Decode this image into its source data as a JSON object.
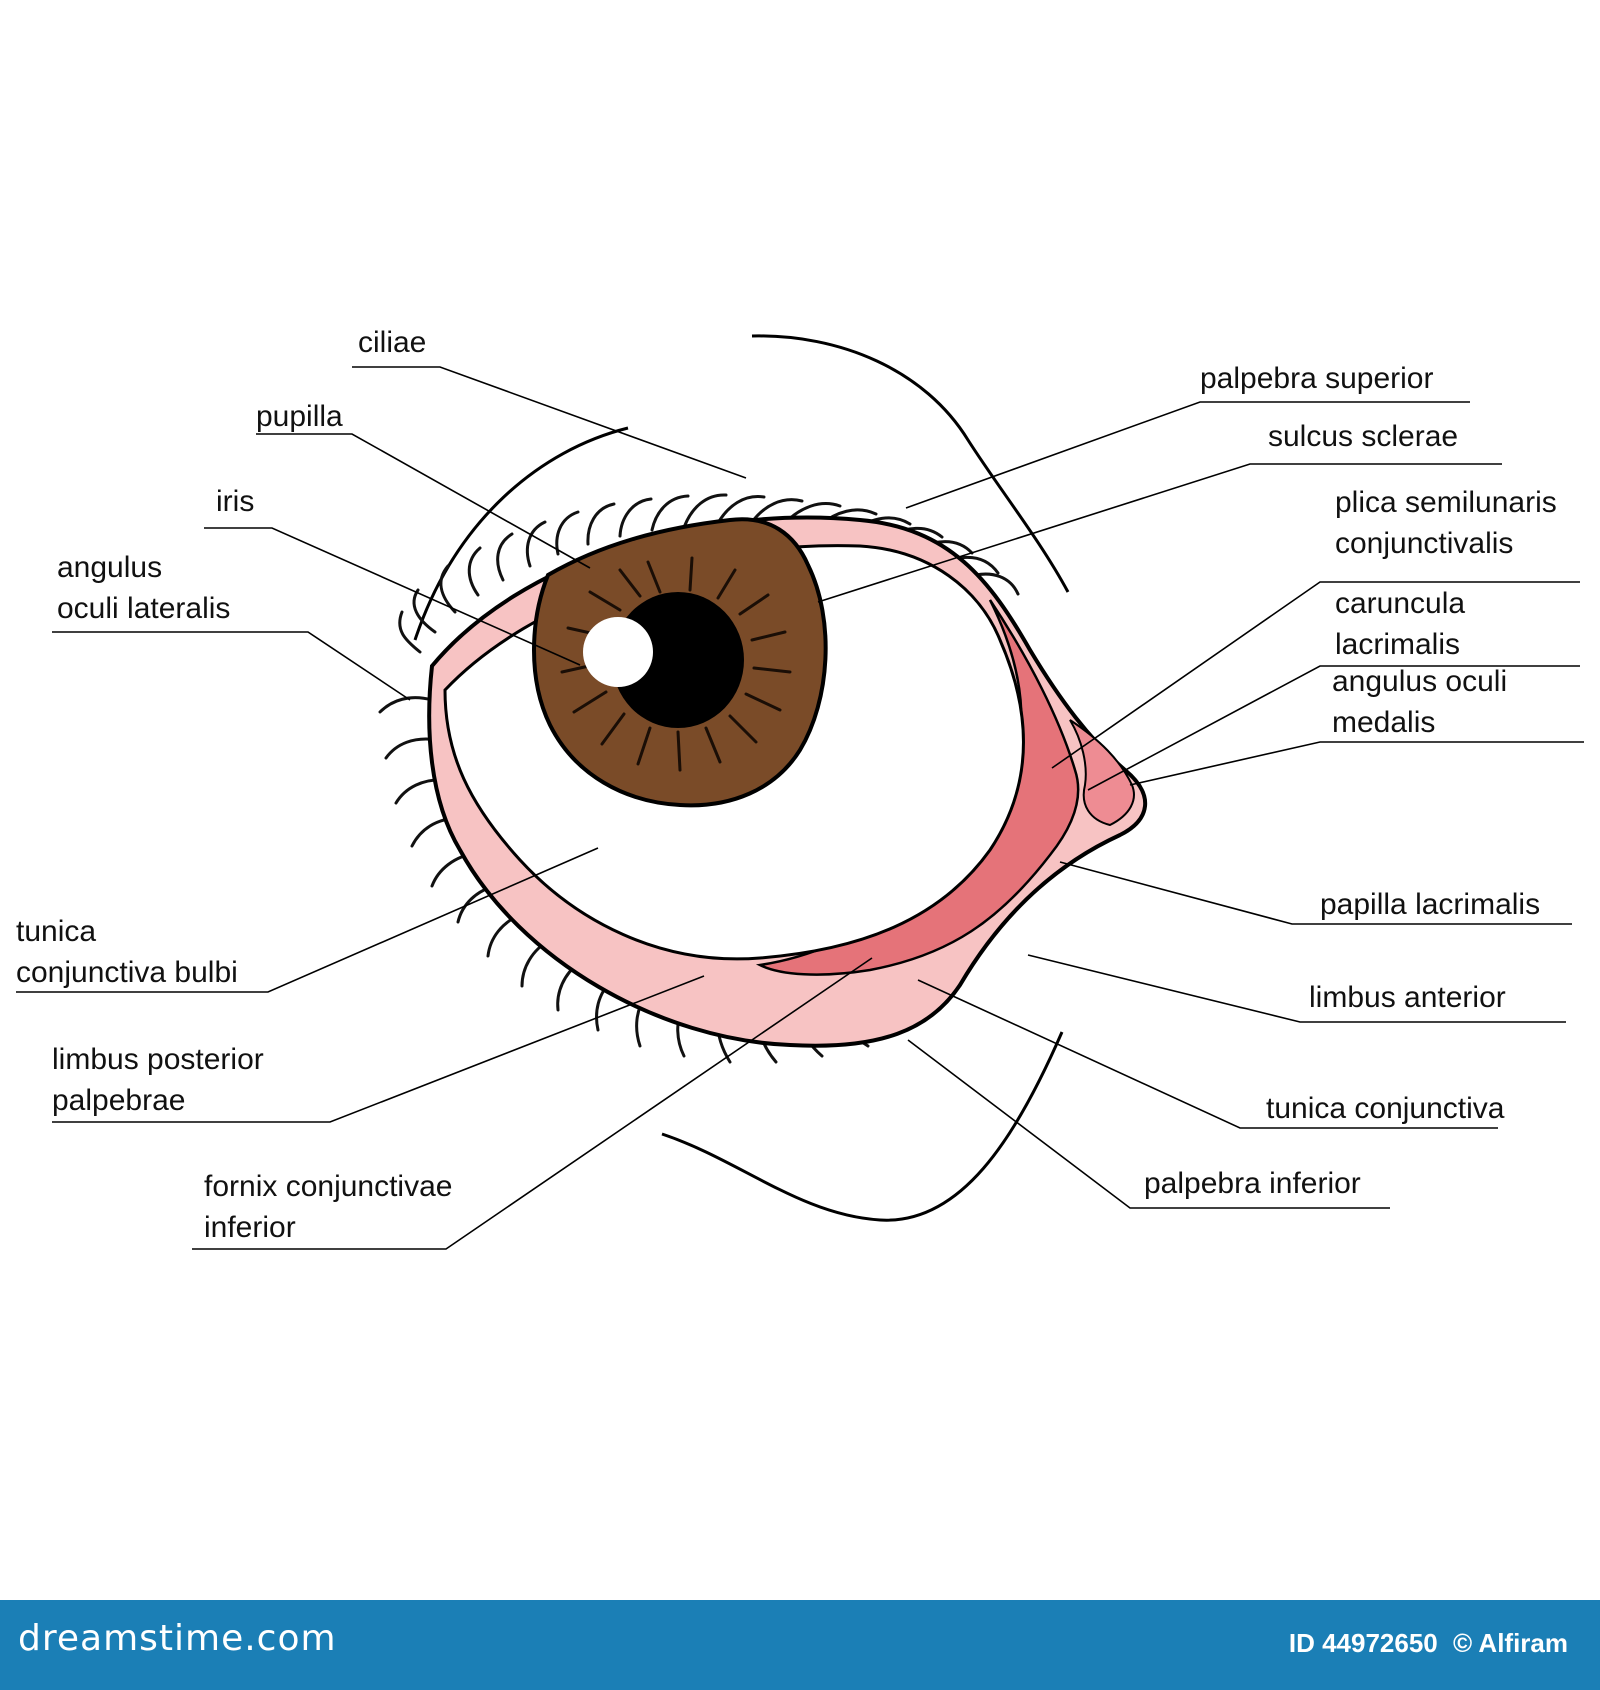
{
  "labels": {
    "ciliae": [
      "ciliae"
    ],
    "pupilla": [
      "pupilla"
    ],
    "iris": [
      "iris"
    ],
    "angulus_lateralis": [
      "angulus",
      "oculi lateralis"
    ],
    "tunica_bulbi": [
      "tunica",
      "conjunctiva bulbi"
    ],
    "limbus_posterior": [
      "limbus posterior",
      "palpebrae"
    ],
    "fornix": [
      "fornix conjunctivae",
      "inferior"
    ],
    "palpebra_superior": [
      "palpebra superior"
    ],
    "sulcus_sclerae": [
      "sulcus sclerae"
    ],
    "plica": [
      "plica semilunaris",
      "conjunctivalis"
    ],
    "caruncula": [
      "caruncula",
      "lacrimalis"
    ],
    "angulus_medalis": [
      "angulus oculi",
      "medalis"
    ],
    "papilla": [
      "papilla lacrimalis"
    ],
    "limbus_anterior": [
      "limbus anterior"
    ],
    "tunica_conjunctiva": [
      "tunica conjunctiva"
    ],
    "palpebra_inferior": [
      "palpebra inferior"
    ]
  },
  "footer": {
    "brand": "dreamstime.com",
    "id": "ID 44972650",
    "author": "© Alfiram"
  },
  "colors": {
    "iris": "#7a4b28",
    "lid": "#f7c3c3",
    "inner": "#e57379",
    "footer": "#1b7fb6"
  }
}
